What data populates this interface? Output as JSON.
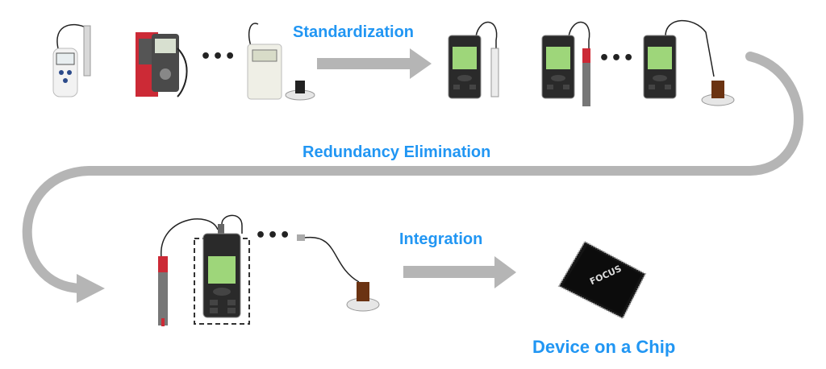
{
  "labels": {
    "standardization": "Standardization",
    "redundancy": "Redundancy Elimination",
    "integration": "Integration",
    "device_on_chip": "Device on a Chip"
  },
  "ellipsis": "•••",
  "colors": {
    "accent_text": "#2196f3",
    "arrow": "#b5b5b5",
    "device_body": "#2a2a2a",
    "screen": "#9ed67a"
  },
  "chip": {
    "logo": "FOCUS"
  },
  "icons": [
    "thermometer-icon",
    "multimeter-icon",
    "light-meter-icon",
    "standard-meter-icon",
    "light-sensor-icon",
    "probe-icon",
    "microchip-icon"
  ]
}
